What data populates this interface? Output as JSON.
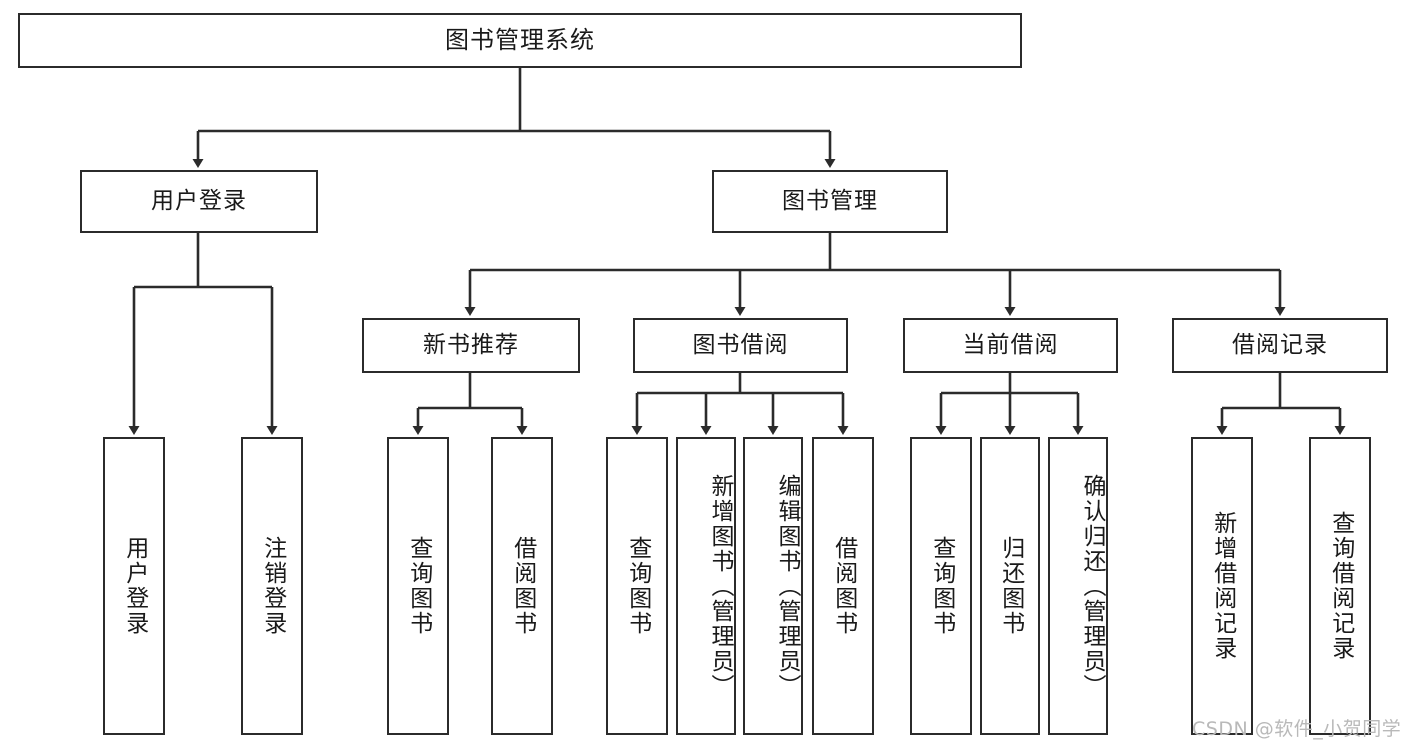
{
  "diagram": {
    "type": "tree-hierarchy",
    "title": "图书管理系统",
    "watermark": "CSDN @软件_小贺同学",
    "colors": {
      "stroke": "#2b2b2b",
      "fill": "#ffffff",
      "text": "#1a1a1a",
      "watermark": "#b9b9b9"
    }
  },
  "nodes": {
    "root": {
      "label": "图书管理系统"
    },
    "level2": [
      {
        "id": "user-login",
        "label": "用户登录"
      },
      {
        "id": "book-management",
        "label": "图书管理"
      }
    ],
    "level3": [
      {
        "id": "new-book-recommend",
        "label": "新书推荐"
      },
      {
        "id": "book-borrow",
        "label": "图书借阅"
      },
      {
        "id": "current-borrow",
        "label": "当前借阅"
      },
      {
        "id": "borrow-record",
        "label": "借阅记录"
      }
    ],
    "leaves": [
      {
        "id": "leaf-user-login",
        "label": "用户登录",
        "parent": "user-login"
      },
      {
        "id": "leaf-logout",
        "label": "注销登录",
        "parent": "user-login"
      },
      {
        "id": "leaf-query-book-1",
        "label": "查询图书",
        "parent": "new-book-recommend"
      },
      {
        "id": "leaf-borrow-book-1",
        "label": "借阅图书",
        "parent": "new-book-recommend"
      },
      {
        "id": "leaf-query-book-2",
        "label": "查询图书",
        "parent": "book-borrow"
      },
      {
        "id": "leaf-add-book",
        "label": "新增图书（管理员）",
        "parent": "book-borrow"
      },
      {
        "id": "leaf-edit-book",
        "label": "编辑图书（管理员）",
        "parent": "book-borrow"
      },
      {
        "id": "leaf-borrow-book-2",
        "label": "借阅图书",
        "parent": "book-borrow"
      },
      {
        "id": "leaf-query-book-3",
        "label": "查询图书",
        "parent": "current-borrow"
      },
      {
        "id": "leaf-return-book",
        "label": "归还图书",
        "parent": "current-borrow"
      },
      {
        "id": "leaf-confirm-return",
        "label": "确认归还（管理员）",
        "parent": "current-borrow"
      },
      {
        "id": "leaf-add-record",
        "label": "新增借阅记录",
        "parent": "borrow-record"
      },
      {
        "id": "leaf-query-record",
        "label": "查询借阅记录",
        "parent": "borrow-record"
      }
    ]
  }
}
